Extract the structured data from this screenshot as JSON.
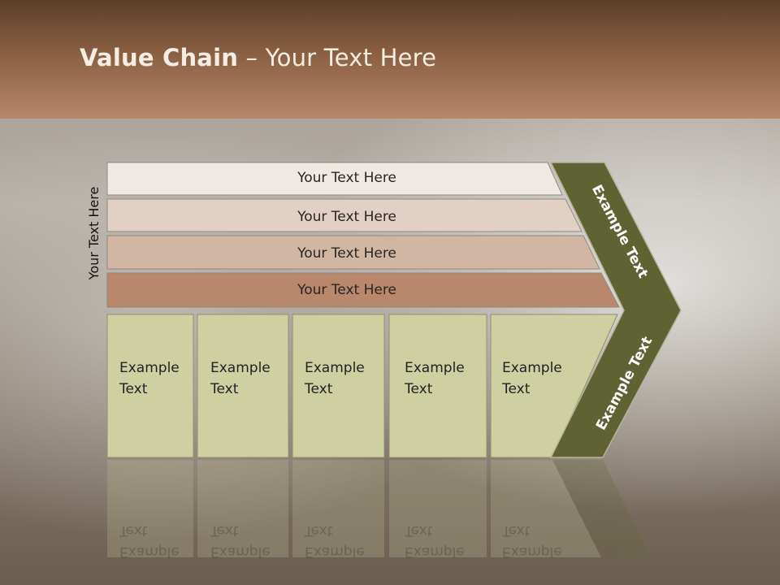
{
  "slide": {
    "title_bold": "Value Chain",
    "title_rest": " – Your Text Here"
  },
  "diagram": {
    "side_label": "Your Text Here",
    "rows": [
      {
        "label": "Your Text Here",
        "color": "#efe9e4"
      },
      {
        "label": "Your Text Here",
        "color": "#e2d0c4"
      },
      {
        "label": "Your Text Here",
        "color": "#d2b6a4"
      },
      {
        "label": "Your Text Here",
        "color": "#b8876c"
      }
    ],
    "boxes": [
      {
        "line1": "Example",
        "line2": "Text"
      },
      {
        "line1": "Example",
        "line2": "Text"
      },
      {
        "line1": "Example",
        "line2": "Text"
      },
      {
        "line1": "Example",
        "line2": "Text"
      },
      {
        "line1": "Example",
        "line2": "Text"
      }
    ],
    "box_color": "#cfd0a2",
    "chevron_color": "#5f6233",
    "chevron_top_text": "Example Text",
    "chevron_bottom_text": "Example Text"
  }
}
